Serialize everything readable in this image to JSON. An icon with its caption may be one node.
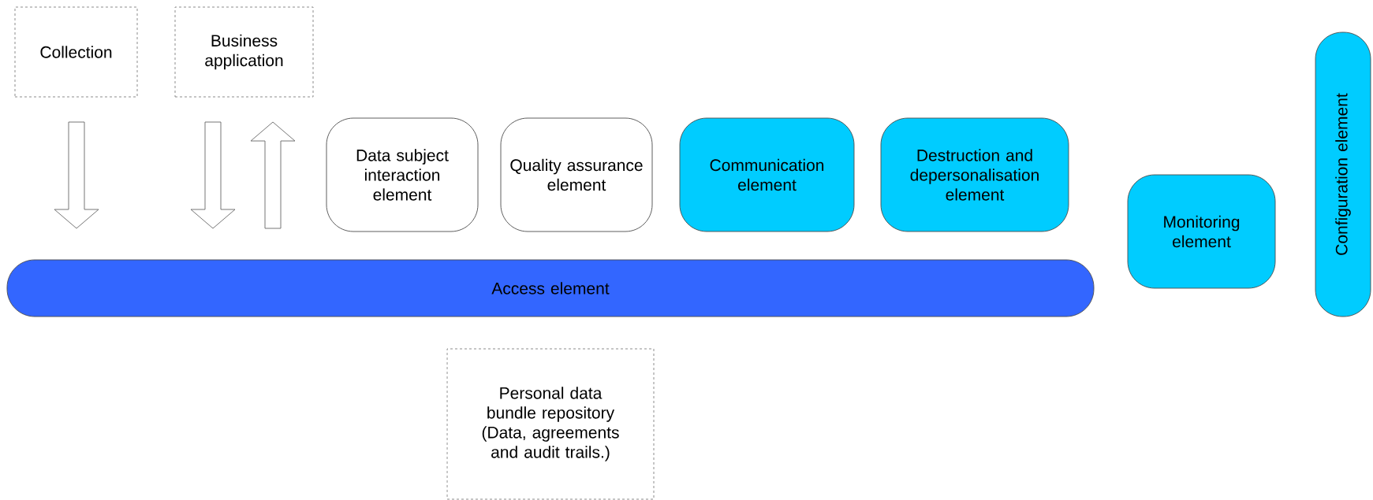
{
  "diagram": {
    "nodes": [
      {
        "text": [
          "Collection"
        ]
      },
      {
        "text": [
          "Business application"
        ]
      },
      {
        "text": [
          "Data subject interaction element"
        ]
      },
      {
        "text": [
          "Quality assurance element"
        ]
      },
      {
        "text": [
          "Communication element"
        ]
      },
      {
        "text": [
          "Destruction and depersonalisation element"
        ]
      },
      {
        "text": [
          "Monitoring element"
        ]
      },
      {
        "text": [
          "Configuration element"
        ]
      },
      {
        "text": [
          "Access element"
        ]
      },
      {
        "text": [
          "Personal data bundle repository (Data, agreements and audit trails.)"
        ]
      }
    ],
    "edges": [
      {
        "from": 0,
        "to": 8,
        "arrow": "to"
      },
      {
        "from": 1,
        "to": 8,
        "arrow": "to"
      },
      {
        "from": 8,
        "to": 1,
        "arrow": "to"
      }
    ]
  }
}
